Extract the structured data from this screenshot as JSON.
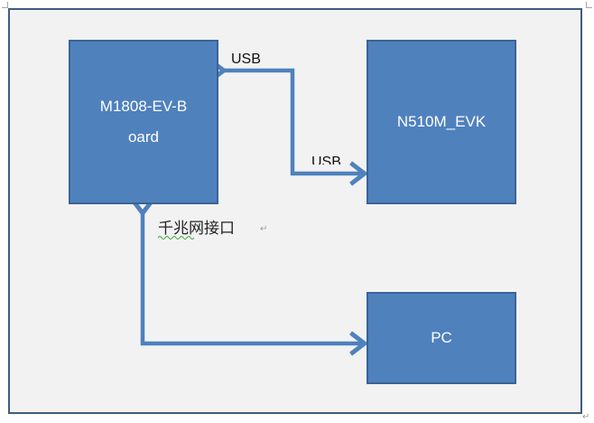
{
  "boards": {
    "m1808": {
      "line1": "M1808-EV-B",
      "line2": "oard"
    },
    "n510m": {
      "label": "N510M_EVK"
    },
    "pc": {
      "label": "PC"
    }
  },
  "links": {
    "usb_top": "USB",
    "usb_bottom": "USB",
    "gigabit_port": "千兆网接口"
  },
  "colors": {
    "box_fill": "#4f81bd",
    "box_border": "#3a6396",
    "connector": "#4f81bd",
    "background": "#f2f2f2",
    "frame": "#3f5d7d"
  }
}
